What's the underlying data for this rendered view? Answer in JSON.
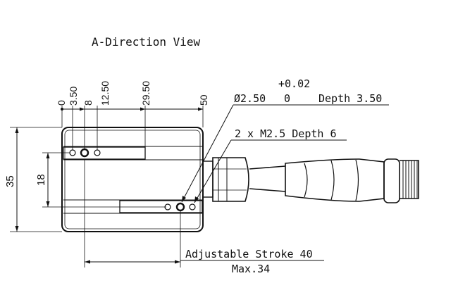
{
  "view": {
    "title": "A-Direction View"
  },
  "dimensions": {
    "top": {
      "d0": "0",
      "d1": "3.50",
      "d2": "8",
      "d3": "12.50",
      "d4": "29.50",
      "d5": "50"
    },
    "left": {
      "overall_height": "35",
      "slot_height": "18"
    },
    "bottom": {
      "stroke_label": "Adjustable Stroke 40",
      "max_label": "Max.34"
    }
  },
  "callouts": {
    "pin_hole": {
      "tolerance": "+0.02",
      "diameter": "Ø2.50",
      "lower_tol": "0",
      "depth": "Depth 3.50"
    },
    "thread": {
      "label": "2 x M2.5 Depth 6"
    }
  }
}
